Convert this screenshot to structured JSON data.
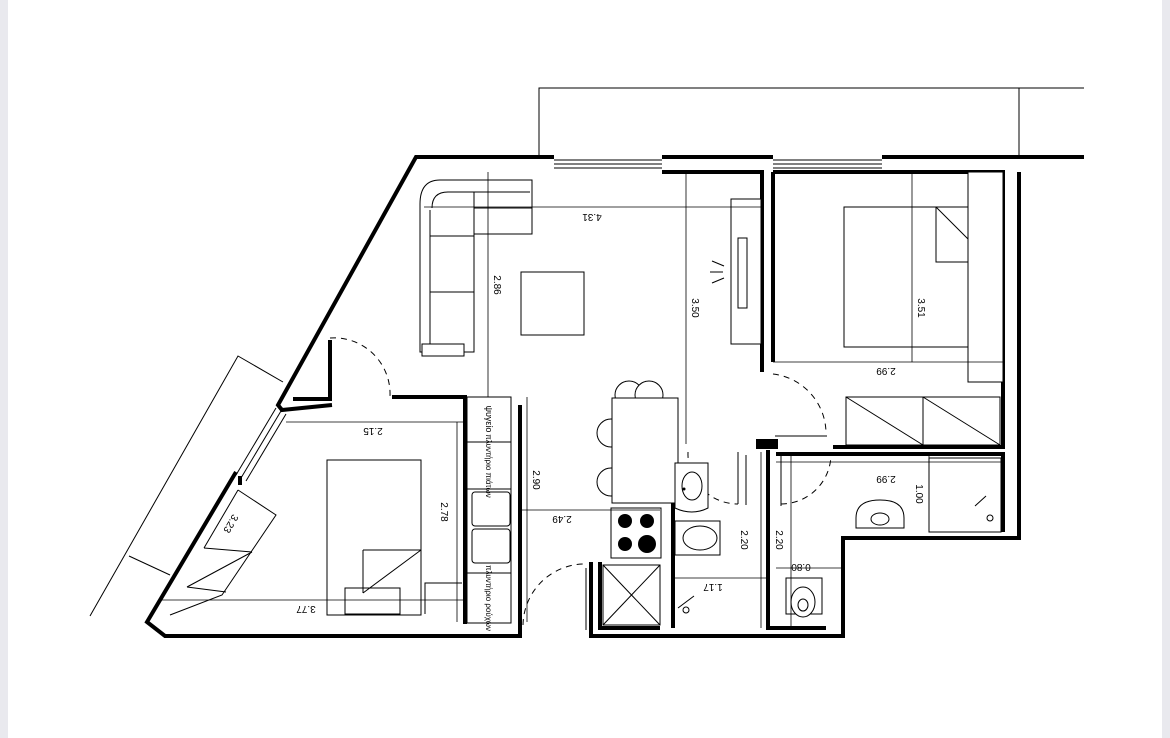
{
  "dimensions": {
    "living_width": "4.31",
    "living_depth": "2.86",
    "corridor_length": "3.50",
    "bedroom1_depth": "3.51",
    "bedroom1_width": "2.99",
    "bedroom2_width": "2.15",
    "bedroom2_depth": "2.78",
    "bedroom2_diag": "3.23",
    "bedroom2_bottom": "3.77",
    "kitchen_length": "2.90",
    "kitchen_width": "2.49",
    "bath1_height": "2.20",
    "bath1_width": "1.17",
    "wc_height": "2.20",
    "wc_width": "0.80",
    "bath2_width": "2.99",
    "bath2_depth": "1.00"
  },
  "labels": {
    "fridge": "ψυγείο",
    "dishwasher": "πλυντήριο πιάτων",
    "washer": "πλυντήριο ρούχων"
  }
}
